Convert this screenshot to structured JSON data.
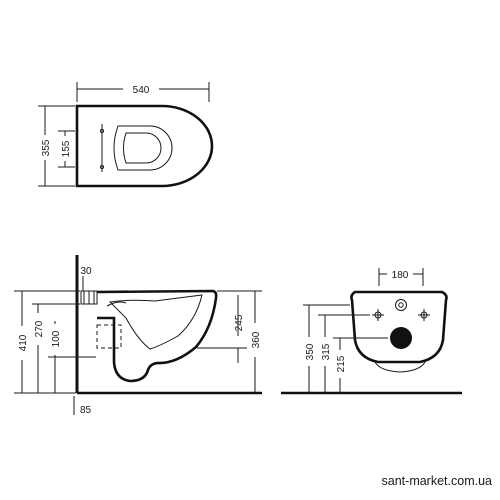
{
  "top_view": {
    "width_label": "540",
    "depth_label": "355",
    "hole_offset_label": "155"
  },
  "side_view": {
    "top_offset_label": "30",
    "total_height_label": "410",
    "bracket_height_label": "270",
    "outlet_height_label": "100",
    "outlet_right_label": "245",
    "rim_height_label": "360",
    "wall_gap_label": "85"
  },
  "rear_view": {
    "hole_spacing_label": "180",
    "total_height_label": "350",
    "bolt_height_label": "315",
    "outlet_height_label": "215"
  },
  "watermark": "sant-market.com.ua"
}
